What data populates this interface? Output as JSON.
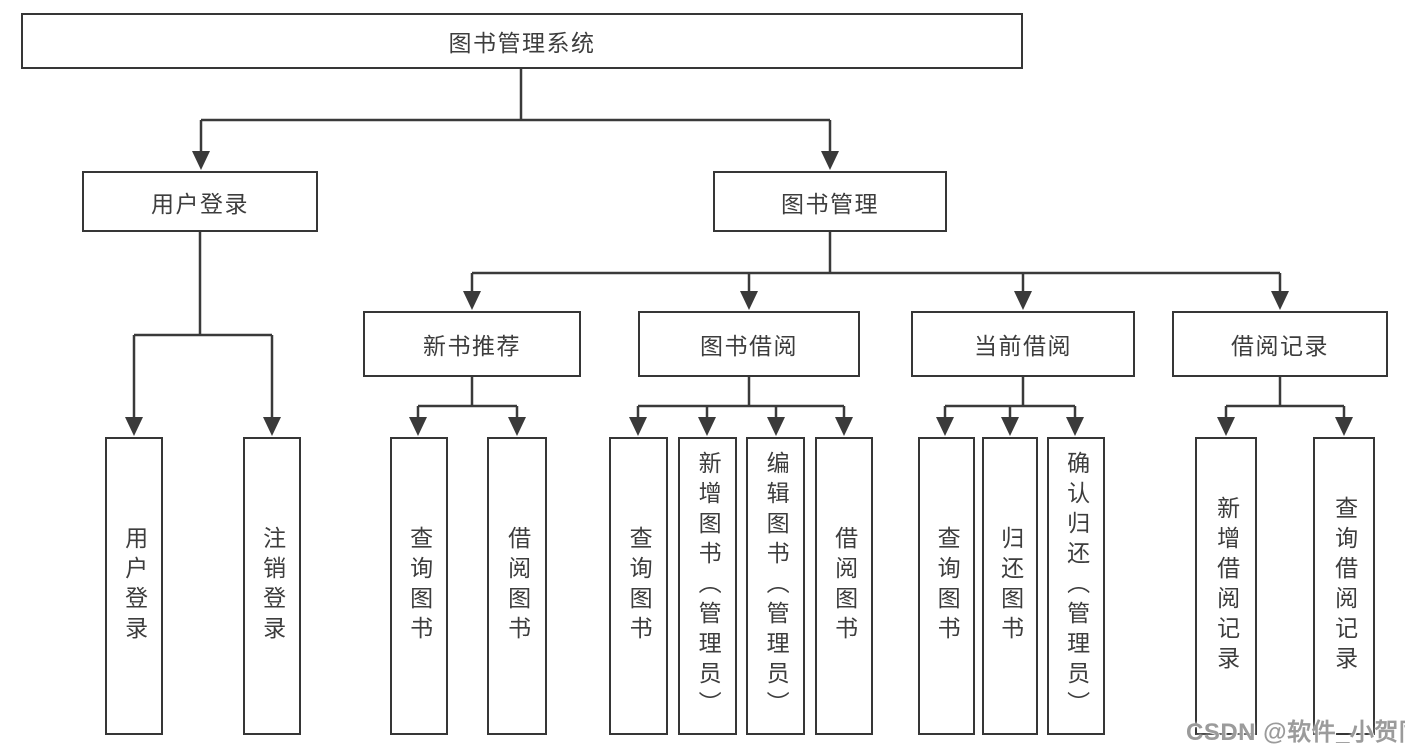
{
  "tree": {
    "root": {
      "label": "图书管理系统",
      "children": [
        {
          "label": "用户登录",
          "children": [
            {
              "label": "用户登录"
            },
            {
              "label": "注销登录"
            }
          ]
        },
        {
          "label": "图书管理",
          "children": [
            {
              "label": "新书推荐",
              "children": [
                {
                  "label": "查询图书"
                },
                {
                  "label": "借阅图书"
                }
              ]
            },
            {
              "label": "图书借阅",
              "children": [
                {
                  "label": "查询图书"
                },
                {
                  "label": "新增图书（管理员）"
                },
                {
                  "label": "编辑图书（管理员）"
                },
                {
                  "label": "借阅图书"
                }
              ]
            },
            {
              "label": "当前借阅",
              "children": [
                {
                  "label": "查询图书"
                },
                {
                  "label": "归还图书"
                },
                {
                  "label": "确认归还（管理员）"
                }
              ]
            },
            {
              "label": "借阅记录",
              "children": [
                {
                  "label": "新增借阅记录"
                },
                {
                  "label": "查询借阅记录"
                }
              ]
            }
          ]
        }
      ]
    }
  },
  "watermark": {
    "text": "CSDN @软件_小贺同学"
  },
  "colors": {
    "line": "#3a3a3a",
    "border": "#363636",
    "text": "#3d3d3d",
    "background": "#ffffff",
    "watermark": "#9b9b9b"
  }
}
